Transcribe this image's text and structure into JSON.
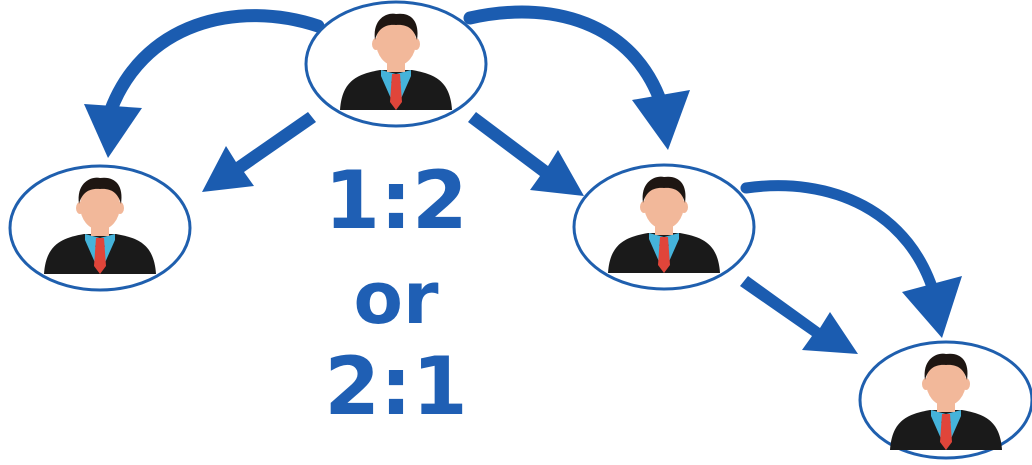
{
  "colors": {
    "arrow": "#1b5cb0",
    "circle_border": "#1f5fae",
    "circle_fill": "#ffffff",
    "text": "#1f5fb4",
    "suit": "#1a1a1a",
    "shirt": "#45b3da",
    "tie": "#e0453a",
    "skin": "#f2b89a",
    "hair": "#1e1612"
  },
  "icons": [
    "person-icon"
  ],
  "people": [
    {
      "name": "top"
    },
    {
      "name": "left"
    },
    {
      "name": "middle-right"
    },
    {
      "name": "bottom-right"
    }
  ],
  "labels": {
    "line1": "1:2",
    "line2": "or",
    "line3": "2:1"
  }
}
